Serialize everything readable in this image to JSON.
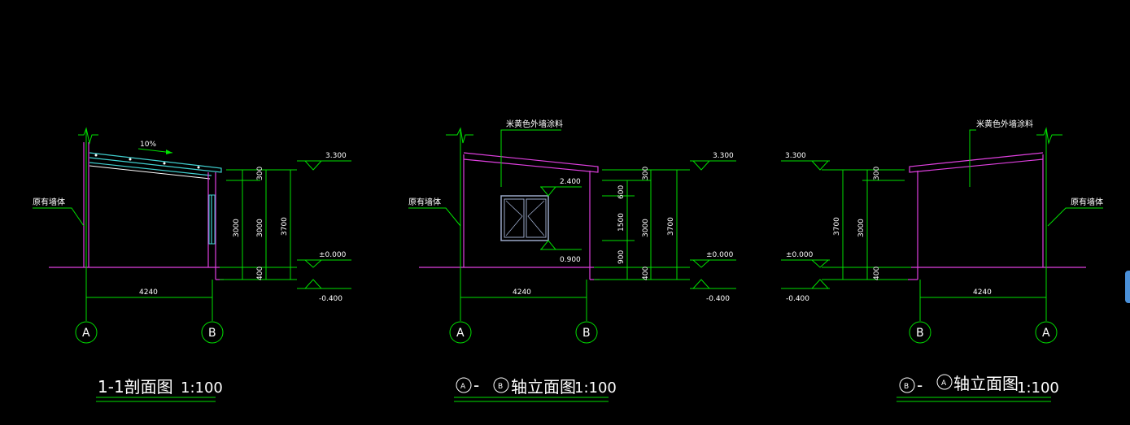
{
  "drawings": [
    {
      "id": "section-1-1",
      "title": "1-1剖面图",
      "scale": "1:100",
      "wall_label": "原有墙体",
      "slope_label": "10%",
      "width_dim": "4240",
      "elevations": {
        "top": "3.300",
        "zero": "±0.000",
        "bottom": "-0.400"
      },
      "dims": [
        "300",
        "3000",
        "3000",
        "3700",
        "400"
      ],
      "axes": [
        "A",
        "B"
      ]
    },
    {
      "id": "elevation-a-b",
      "title_axes": [
        "A",
        "B"
      ],
      "title_dash": "-",
      "title": "轴立面图",
      "scale": "1:100",
      "wall_label": "原有墙体",
      "paint_label": "米黄色外墙涂料",
      "width_dim": "4240",
      "elevations": {
        "top": "3.300",
        "zero": "±0.000",
        "bottom": "-0.400",
        "win_top": "2.400",
        "win_bottom": "0.900"
      },
      "dims": [
        "300",
        "600",
        "1500",
        "900",
        "3000",
        "3700",
        "400"
      ],
      "axes": [
        "A",
        "B"
      ]
    },
    {
      "id": "elevation-b-a",
      "title_axes": [
        "B",
        "A"
      ],
      "title_dash": "-",
      "title": "轴立面图",
      "scale": "1:100",
      "wall_label": "原有墙体",
      "paint_label": "米黄色外墙涂料",
      "width_dim": "4240",
      "elevations": {
        "top": "3.300",
        "zero": "±0.000",
        "bottom": "-0.400"
      },
      "dims": [
        "300",
        "3700",
        "3000",
        "400"
      ],
      "axes": [
        "B",
        "A"
      ]
    }
  ]
}
